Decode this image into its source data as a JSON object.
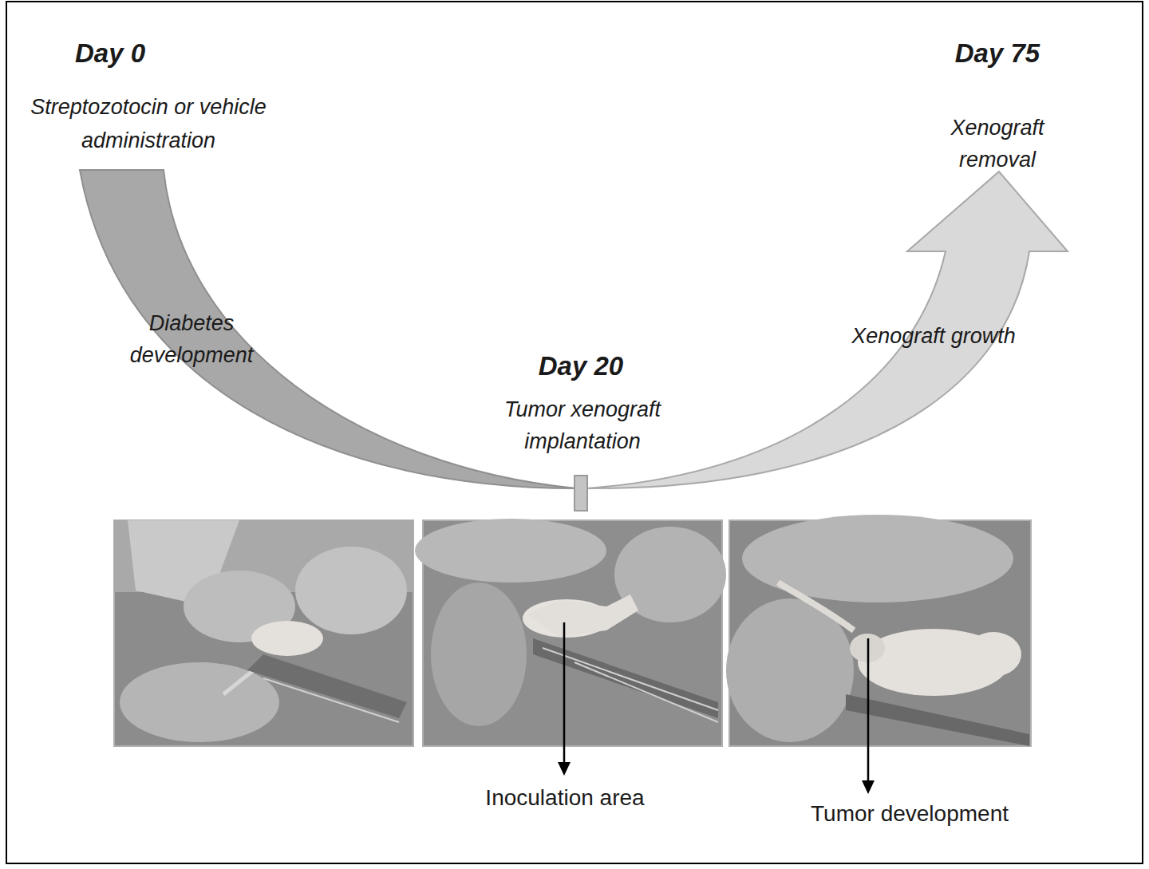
{
  "diagram": {
    "labels": [
      "Day 0",
      "Streptozotocin or vehicle administration",
      "Day 75",
      "Xenograft removal",
      "Diabetes development",
      "Xenograft growth",
      "Day 20",
      "Tumor xenograft implantation",
      "Inoculation area",
      "Tumor development"
    ]
  }
}
